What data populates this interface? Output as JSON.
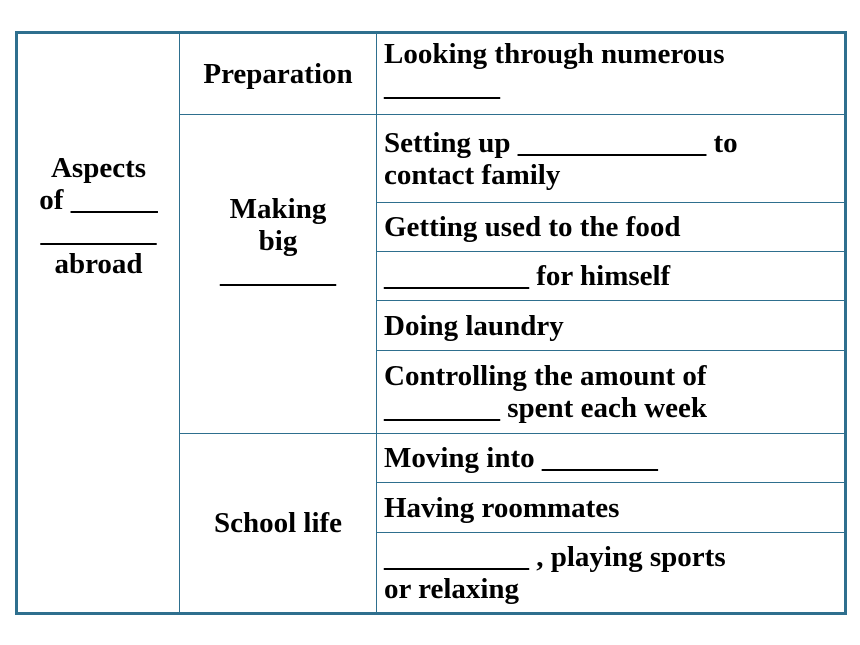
{
  "table": {
    "aspect_lines": [
      "Aspects",
      "of ______",
      "________",
      "abroad"
    ],
    "sections": {
      "preparation": "Preparation",
      "making_big_lines": [
        "Making",
        "big",
        "________"
      ],
      "school_life": "School life"
    },
    "details": {
      "preparation_1": [
        "Looking through numerous",
        "________"
      ],
      "making_big_1": [
        "Setting up _____________ to",
        "contact family"
      ],
      "making_big_2": "Getting used to the food",
      "making_big_3": "__________ for himself",
      "making_big_4": "Doing laundry",
      "making_big_5": [
        "Controlling the amount of",
        "________ spent each week"
      ],
      "school_life_1": "Moving into ________",
      "school_life_2": "Having roommates",
      "school_life_3": [
        "__________ , playing sports",
        "or relaxing"
      ]
    }
  }
}
